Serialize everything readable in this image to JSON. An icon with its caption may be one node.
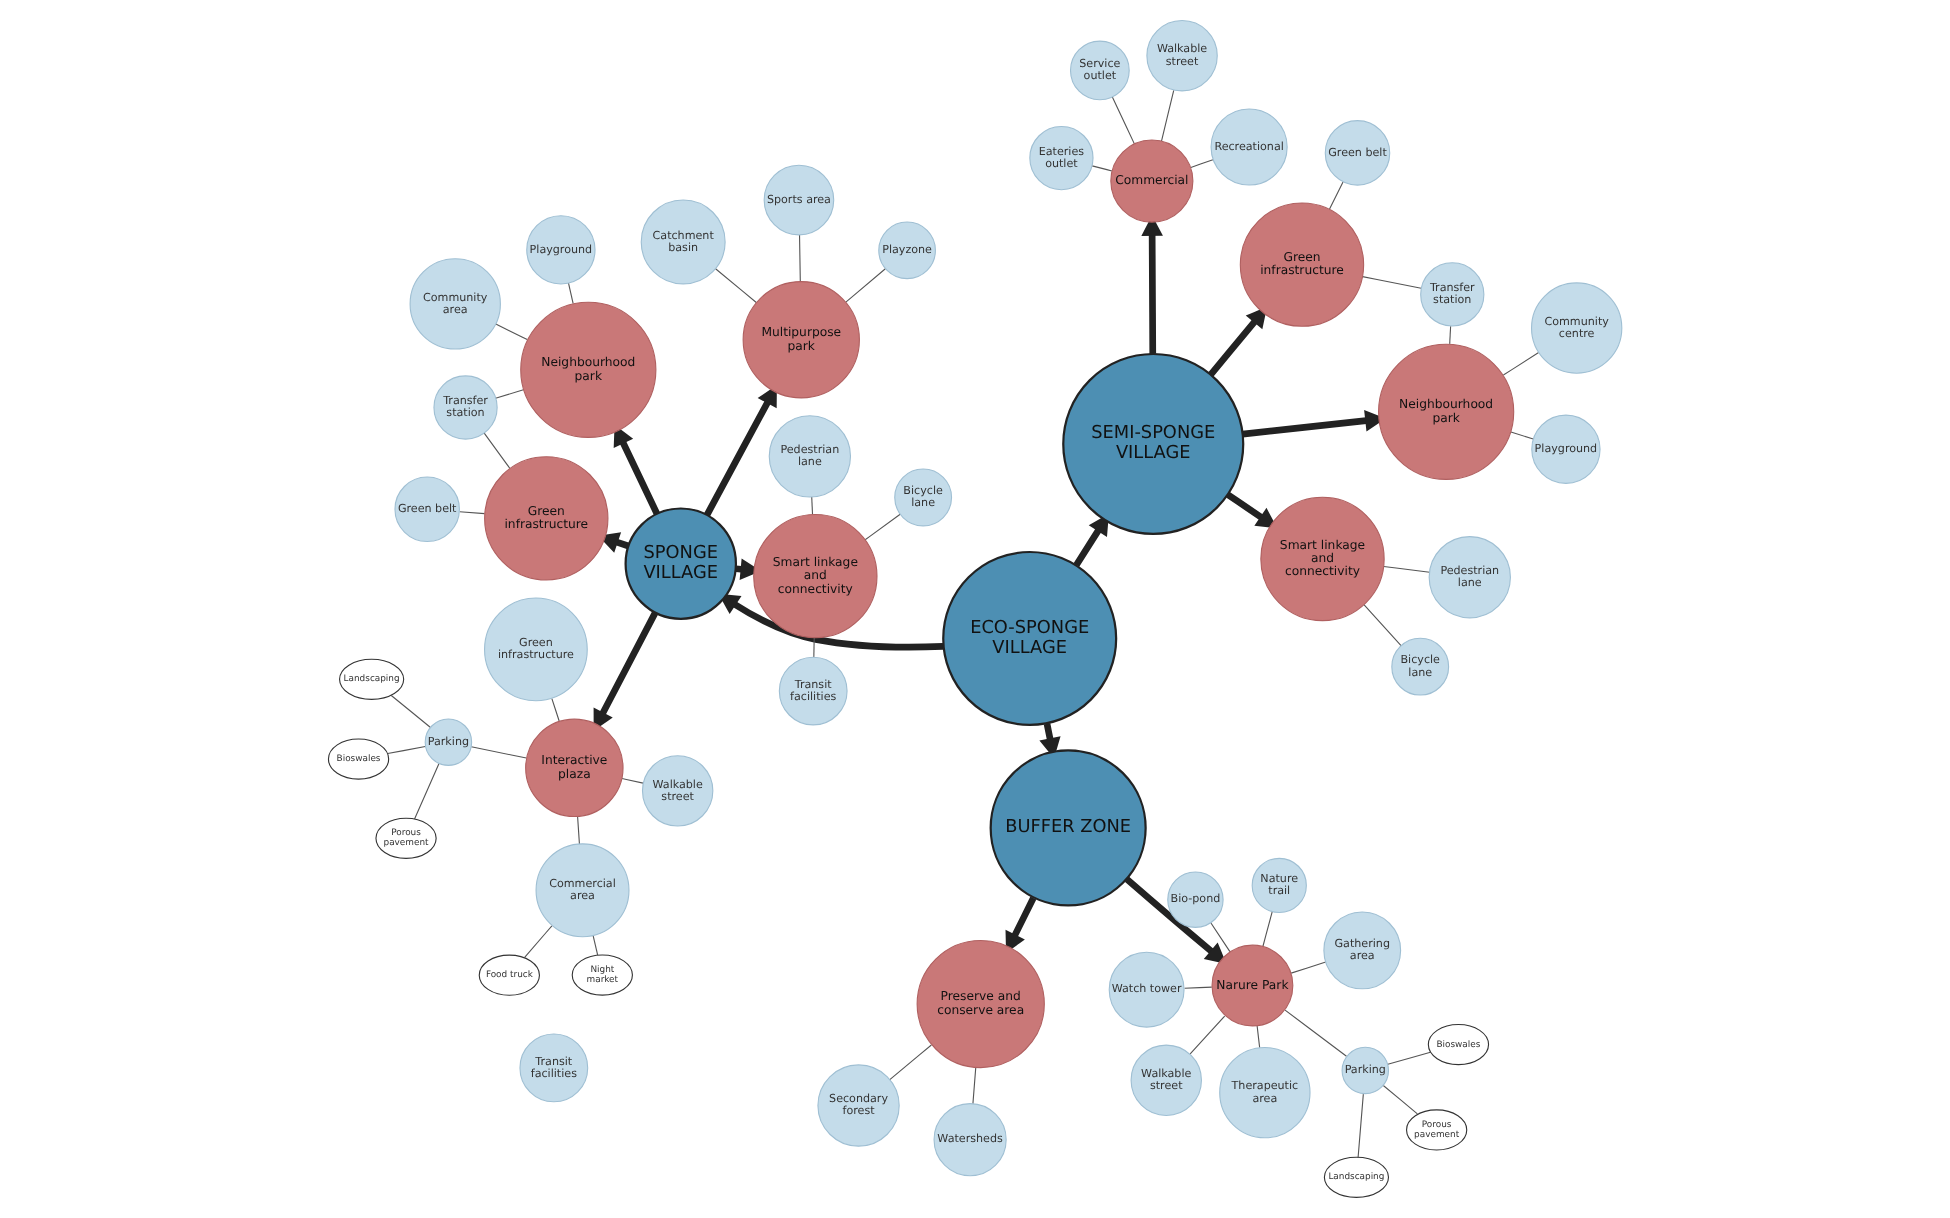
{
  "diagram": {
    "nodes": [
      {
        "text": [
          "ECO-SPONGE VILLAGE"
        ]
      },
      {
        "text": [
          "BUFFER ZONE"
        ]
      },
      {
        "text": [
          "SPONGE VILLAGE"
        ]
      },
      {
        "text": [
          "SEMI-SPONGE VILLAGE"
        ]
      },
      {
        "text": [
          "Narure Park"
        ]
      },
      {
        "text": [
          "Preserve and conserve area"
        ]
      },
      {
        "text": [
          "Nature trail"
        ]
      },
      {
        "text": [
          "Therapeutic area"
        ]
      },
      {
        "text": [
          "Bio-pond"
        ]
      },
      {
        "text": [
          "Walkable street"
        ]
      },
      {
        "text": [
          "Watch tower"
        ]
      },
      {
        "text": [
          "Parking"
        ]
      },
      {
        "text": [
          "Gathering area"
        ]
      },
      {
        "text": [
          "Porous pavement"
        ]
      },
      {
        "text": [
          "Bioswales"
        ]
      },
      {
        "text": [
          "Landscaping"
        ]
      },
      {
        "text": [
          "Watersheds"
        ]
      },
      {
        "text": [
          "Secondary forest"
        ]
      },
      {
        "text": [
          "Multipurpose park"
        ]
      },
      {
        "text": [
          "Interactive plaza"
        ]
      },
      {
        "text": [
          "Smart linkage and connectivity"
        ]
      },
      {
        "text": [
          "Green infrastructure"
        ]
      },
      {
        "text": [
          "Neighbourhood park"
        ]
      },
      {
        "text": [
          "Playzone"
        ]
      },
      {
        "text": [
          "Sports area"
        ]
      },
      {
        "text": [
          "Catchment basin"
        ]
      },
      {
        "text": [
          "Parking"
        ]
      },
      {
        "text": [
          "Walkable street"
        ]
      },
      {
        "text": [
          "Green infrastructure"
        ]
      },
      {
        "text": [
          "Commercial area"
        ]
      },
      {
        "text": [
          "Porous pavement"
        ]
      },
      {
        "text": [
          "Bioswales"
        ]
      },
      {
        "text": [
          "Landscaping"
        ]
      },
      {
        "text": [
          "Night market"
        ]
      },
      {
        "text": [
          "Food truck"
        ]
      },
      {
        "text": [
          "Transit facilities"
        ]
      },
      {
        "text": [
          "Bicycle lane"
        ]
      },
      {
        "text": [
          "Pedestrian lane"
        ]
      },
      {
        "text": [
          "Transfer station"
        ]
      },
      {
        "text": [
          "Green belt"
        ]
      },
      {
        "text": [
          "Playground"
        ]
      },
      {
        "text": [
          "Community area"
        ]
      },
      {
        "text": [
          "Smart linkage and connectivity"
        ]
      },
      {
        "text": [
          "Neighbourhood park"
        ]
      },
      {
        "text": [
          "Green infrastructure"
        ]
      },
      {
        "text": [
          "Commercial"
        ]
      },
      {
        "text": [
          "Pedestrian lane"
        ]
      },
      {
        "text": [
          "Bicycle lane"
        ]
      },
      {
        "text": [
          "Transit facilities"
        ]
      },
      {
        "text": [
          "Community centre"
        ]
      },
      {
        "text": [
          "Playground"
        ]
      },
      {
        "text": [
          "Transfer station"
        ]
      },
      {
        "text": [
          "Green belt"
        ]
      },
      {
        "text": [
          "Service outlet"
        ]
      },
      {
        "text": [
          "Eateries outlet"
        ]
      },
      {
        "text": [
          "Walkable street"
        ]
      },
      {
        "text": [
          "Recreational"
        ]
      }
    ],
    "edges": [
      {
        "from": 0,
        "to": 1,
        "arrow": "to",
        "style": "thick"
      },
      {
        "from": 0,
        "to": 2,
        "arrow": "to",
        "style": "thick"
      },
      {
        "from": 0,
        "to": 3,
        "arrow": "to",
        "style": "thick"
      },
      {
        "from": 1,
        "to": 4,
        "arrow": "to",
        "style": "thick"
      },
      {
        "from": 1,
        "to": 5,
        "arrow": "to",
        "style": "thick"
      },
      {
        "from": 2,
        "to": 18,
        "arrow": "to",
        "style": "thick"
      },
      {
        "from": 2,
        "to": 19,
        "arrow": "to",
        "style": "thick"
      },
      {
        "from": 2,
        "to": 20,
        "arrow": "to",
        "style": "thick"
      },
      {
        "from": 2,
        "to": 21,
        "arrow": "to",
        "style": "thick"
      },
      {
        "from": 2,
        "to": 22,
        "arrow": "to",
        "style": "thick"
      },
      {
        "from": 3,
        "to": 42,
        "arrow": "to",
        "style": "thick"
      },
      {
        "from": 3,
        "to": 43,
        "arrow": "to",
        "style": "thick"
      },
      {
        "from": 3,
        "to": 44,
        "arrow": "to",
        "style": "thick"
      },
      {
        "from": 3,
        "to": 45,
        "arrow": "to",
        "style": "thick"
      },
      {
        "from": 4,
        "to": 6,
        "arrow": "none"
      },
      {
        "from": 4,
        "to": 7,
        "arrow": "none"
      },
      {
        "from": 4,
        "to": 8,
        "arrow": "none"
      },
      {
        "from": 4,
        "to": 9,
        "arrow": "none"
      },
      {
        "from": 4,
        "to": 10,
        "arrow": "none"
      },
      {
        "from": 4,
        "to": 11,
        "arrow": "none"
      },
      {
        "from": 4,
        "to": 12,
        "arrow": "none"
      },
      {
        "from": 11,
        "to": 13,
        "arrow": "none"
      },
      {
        "from": 11,
        "to": 14,
        "arrow": "none"
      },
      {
        "from": 11,
        "to": 15,
        "arrow": "none"
      },
      {
        "from": 5,
        "to": 16,
        "arrow": "none"
      },
      {
        "from": 5,
        "to": 17,
        "arrow": "none"
      },
      {
        "from": 18,
        "to": 23,
        "arrow": "none"
      },
      {
        "from": 18,
        "to": 24,
        "arrow": "none"
      },
      {
        "from": 18,
        "to": 25,
        "arrow": "none"
      },
      {
        "from": 19,
        "to": 26,
        "arrow": "none"
      },
      {
        "from": 19,
        "to": 27,
        "arrow": "none"
      },
      {
        "from": 19,
        "to": 28,
        "arrow": "none"
      },
      {
        "from": 19,
        "to": 29,
        "arrow": "none"
      },
      {
        "from": 26,
        "to": 30,
        "arrow": "none"
      },
      {
        "from": 26,
        "to": 31,
        "arrow": "none"
      },
      {
        "from": 26,
        "to": 32,
        "arrow": "none"
      },
      {
        "from": 29,
        "to": 33,
        "arrow": "none"
      },
      {
        "from": 29,
        "to": 34,
        "arrow": "none"
      },
      {
        "from": 20,
        "to": 35,
        "arrow": "none"
      },
      {
        "from": 20,
        "to": 36,
        "arrow": "none"
      },
      {
        "from": 20,
        "to": 37,
        "arrow": "none"
      },
      {
        "from": 21,
        "to": 38,
        "arrow": "none"
      },
      {
        "from": 38,
        "to": 22,
        "arrow": "none"
      },
      {
        "from": 21,
        "to": 39,
        "arrow": "none"
      },
      {
        "from": 22,
        "to": 40,
        "arrow": "none"
      },
      {
        "from": 22,
        "to": 41,
        "arrow": "none"
      },
      {
        "from": 42,
        "to": 46,
        "arrow": "none"
      },
      {
        "from": 42,
        "to": 47,
        "arrow": "none"
      },
      {
        "from": 43,
        "to": 49,
        "arrow": "none"
      },
      {
        "from": 43,
        "to": 50,
        "arrow": "none"
      },
      {
        "from": 43,
        "to": 51,
        "arrow": "none"
      },
      {
        "from": 51,
        "to": 44,
        "arrow": "none"
      },
      {
        "from": 44,
        "to": 52,
        "arrow": "none"
      },
      {
        "from": 45,
        "to": 53,
        "arrow": "none"
      },
      {
        "from": 45,
        "to": 54,
        "arrow": "none"
      },
      {
        "from": 45,
        "to": 55,
        "arrow": "none"
      },
      {
        "from": 45,
        "to": 56,
        "arrow": "none"
      }
    ]
  }
}
